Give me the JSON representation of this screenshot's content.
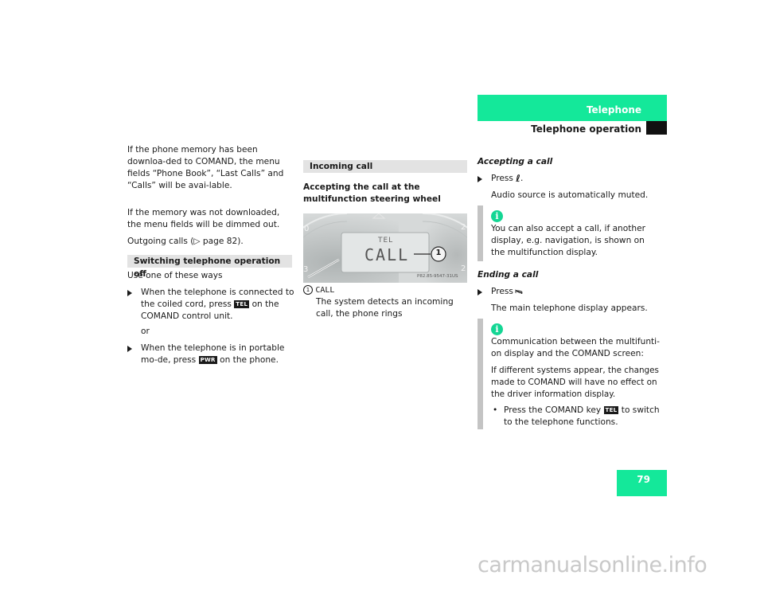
{
  "header": {
    "title": "Telephone",
    "subtitle": "Telephone operation",
    "page_number": "79",
    "accent_color": "#14e89a"
  },
  "left_col": {
    "para1": "If the phone memory has been downloa-ded to COMAND, the menu fields “Phone Book”, “Last Calls” and “Calls” will be avai-lable.",
    "para2": "If the memory was not downloaded, the menu fields will be dimmed out.",
    "para3": "Outgoing calls (▷ page 82).",
    "section_title": "Switching telephone operation off",
    "intro": "Use one of these ways",
    "bullet1_a": "When the telephone is connected to the coiled cord, press",
    "bullet1_key": "TEL",
    "bullet1_b": "on the COMAND control unit.",
    "or_text": "or",
    "bullet2_a": "When the telephone is in portable mo-de, press",
    "bullet2_key": "PWR",
    "bullet2_b": "on the phone."
  },
  "mid_col": {
    "section_title": "Incoming call",
    "heading": "Accepting the call at the multifunction steering wheel",
    "display_tel": "TEL",
    "display_call": "CALL",
    "callout_number": "1",
    "image_code": "P82.85-9547-31US",
    "caption_number": "1",
    "caption_label": "CALL",
    "caption_text": "The system detects an incoming call, the phone rings"
  },
  "right_col": {
    "accept_heading": "Accepting a call",
    "accept_press": "Press",
    "accept_after": "Audio source is automatically muted.",
    "info1": "You can also accept a call, if another display, e.g. navigation, is shown on the multifunction display.",
    "end_heading": "Ending a call",
    "end_press": "Press",
    "end_after": "The main telephone display appears.",
    "info2_p1": "Communication between the multifunti-on display and the COMAND screen:",
    "info2_p2": "If different systems appear, the changes made to COMAND will have no effect on the driver information display.",
    "info2_bullet_a": "Press the COMAND key",
    "info2_bullet_key": "TEL",
    "info2_bullet_b": "to switch to the telephone functions."
  },
  "footer": {
    "watermark": "carmanualsonline.info"
  }
}
